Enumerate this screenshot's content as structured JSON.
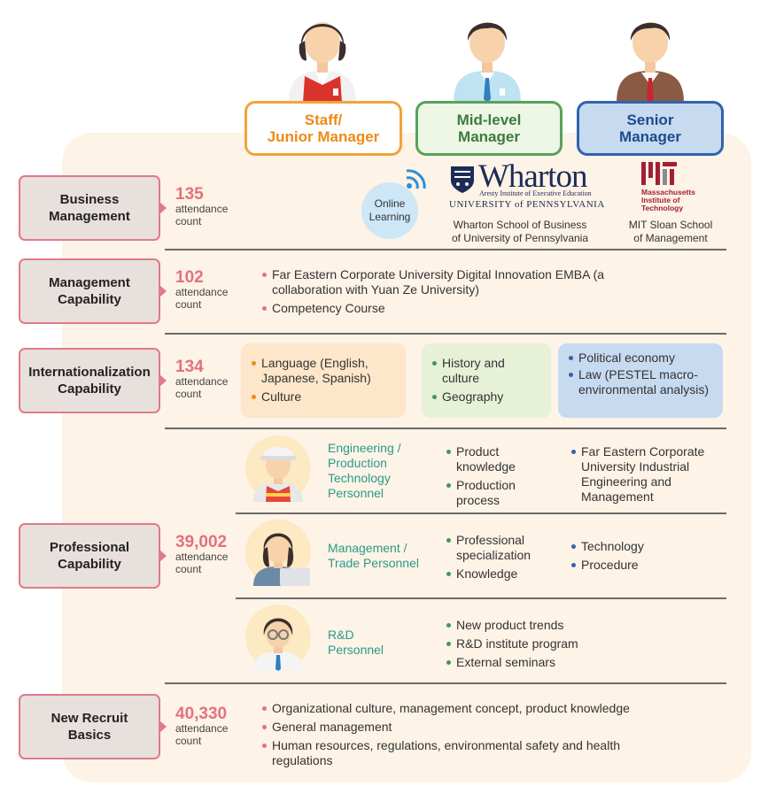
{
  "roles": [
    {
      "label": "Staff/\nJunior Manager"
    },
    {
      "label": "Mid-level\nManager"
    },
    {
      "label": "Senior\nManager"
    }
  ],
  "colors": {
    "pink": "#e2727f",
    "orange": "#ee8a17",
    "green": "#3c7b3f",
    "blue": "#1e4b8e",
    "teal": "#2a9a8a",
    "panel": "#fdf3e6"
  },
  "count_label": "attendance\ncount",
  "categories": [
    {
      "name": "Business\nManagement",
      "count": "135"
    },
    {
      "name": "Management\nCapability",
      "count": "102"
    },
    {
      "name": "Internationalization\nCapability",
      "count": "134"
    },
    {
      "name": "Professional\nCapability",
      "count": "39,002"
    },
    {
      "name": "New Recruit\nBasics",
      "count": "40,330"
    }
  ],
  "business": {
    "online_learning": "Online\nLearning",
    "wharton": {
      "wordmark": "Wharton",
      "sub": "Aresty Institute of Executive Education",
      "university": "UNIVERSITY of PENNSYLVANIA",
      "caption": "Wharton School of Business\nof University of Pennsylvania"
    },
    "mit": {
      "wordmark": "Massachusetts\nInstitute of\nTechnology",
      "caption": "MIT Sloan School\nof Management"
    }
  },
  "management": {
    "items": [
      "Far Eastern Corporate University Digital Innovation EMBA (a collaboration with Yuan Ze University)",
      "Competency Course"
    ]
  },
  "international": {
    "staff": [
      "Language (English, Japanese, Spanish)",
      "Culture"
    ],
    "mid": [
      "History and culture",
      "Geography"
    ],
    "senior": [
      "Political economy",
      "Law (PESTEL macro-environmental analysis)"
    ]
  },
  "professional": [
    {
      "title": "Engineering /\nProduction\nTechnology\nPersonnel",
      "mid": [
        "Product knowledge",
        "Production process"
      ],
      "senior": [
        "Far Eastern Corporate University Industrial Engineering and Management"
      ]
    },
    {
      "title": "Management /\nTrade Personnel",
      "mid": [
        "Professional specialization",
        "Knowledge"
      ],
      "senior": [
        "Technology",
        "Procedure"
      ]
    },
    {
      "title": "R&D\nPersonnel",
      "mid": [
        "New product trends",
        "R&D institute program",
        "External seminars"
      ],
      "senior": []
    }
  ],
  "recruit": {
    "items": [
      "Organizational culture, management concept, product knowledge",
      "General management",
      "Human resources, regulations, environmental safety and health regulations"
    ]
  }
}
